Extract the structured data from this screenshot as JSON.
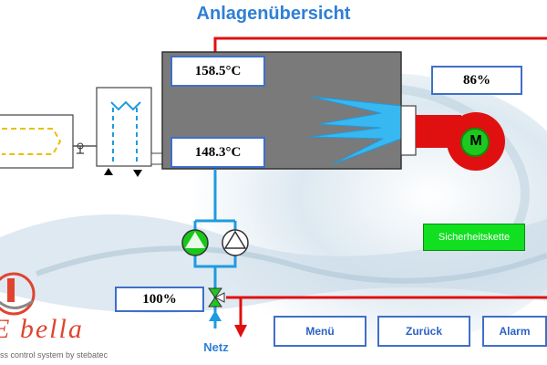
{
  "page": {
    "title": "Anlagenübersicht"
  },
  "readouts": {
    "temp_top": "158.5°C",
    "temp_bottom": "148.3°C",
    "fan_speed": "86%",
    "valve_position": "100%"
  },
  "fan": {
    "motor_label": "M"
  },
  "safety_chain": {
    "label": "Sicherheitskette"
  },
  "network": {
    "label": "Netz"
  },
  "brand": {
    "logo_letter": "E",
    "name": "bella",
    "tagline": "ss control system by stebatec"
  },
  "buttons": {
    "menu": "Menü",
    "back": "Zurück",
    "alarm": "Alarm"
  },
  "colors": {
    "pipe_red": "#e01010",
    "pipe_blue": "#1e9be0",
    "boiler": "#7a7a7a",
    "flame": "#38b8f0",
    "pump_green": "#18c818",
    "accent_blue": "#2f7fd6"
  }
}
